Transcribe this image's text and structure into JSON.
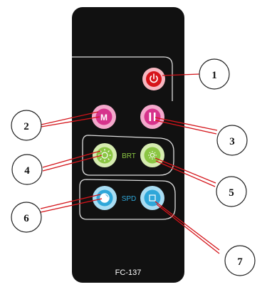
{
  "remote": {
    "model": "FC-137",
    "groups": {
      "brightness_label": "BRT",
      "speed_label": "SPD"
    },
    "buttons": [
      {
        "key": "power",
        "icon": "power-icon",
        "color": "#d7141a"
      },
      {
        "key": "mode",
        "glyph": "M",
        "color": "#d6338c"
      },
      {
        "key": "pause",
        "glyph": "II",
        "color": "#d6338c"
      },
      {
        "key": "brightness-up",
        "icon": "sun-large-icon",
        "color": "#8bc643"
      },
      {
        "key": "brightness-down",
        "icon": "sun-small-icon",
        "color": "#8bc643"
      },
      {
        "key": "speed-up",
        "icon": "clock-icon",
        "color": "#2fa7d9"
      },
      {
        "key": "speed-down",
        "icon": "square-icon",
        "color": "#2fa7d9"
      }
    ]
  },
  "callouts": [
    {
      "label": "1"
    },
    {
      "label": "2"
    },
    {
      "label": "3"
    },
    {
      "label": "4"
    },
    {
      "label": "5"
    },
    {
      "label": "6"
    },
    {
      "label": "7"
    }
  ],
  "colors": {
    "body": "#111111",
    "leader": "#d4141a",
    "outline": "#ffffff"
  }
}
